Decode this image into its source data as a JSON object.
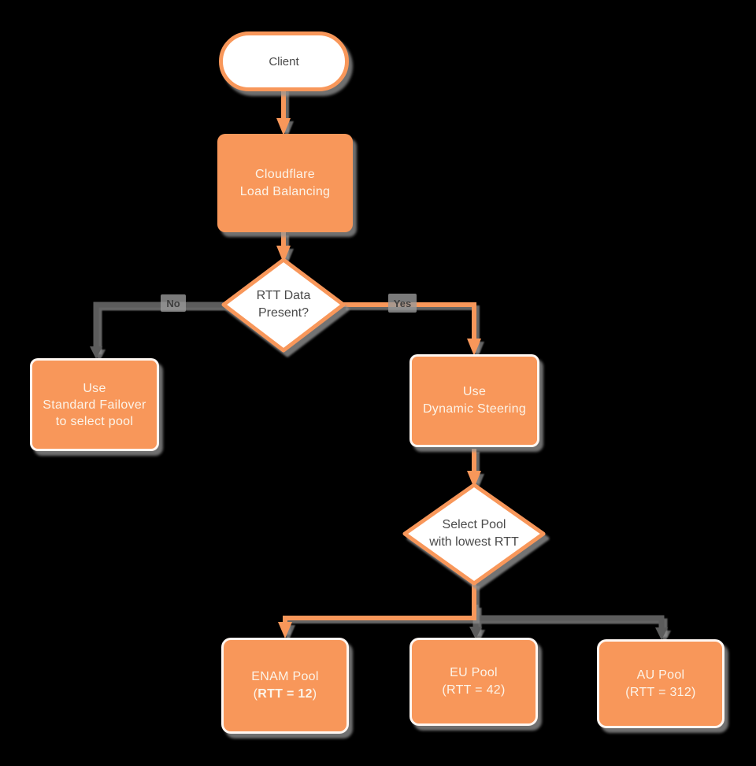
{
  "colors": {
    "node_orange": "#F8975A",
    "line_gray": "#5C5C5C",
    "shadow_gray": "#8C8C8C",
    "text_dark": "#4A4A4A",
    "text_light": "#FCF4E9",
    "background": "#000000"
  },
  "nodes": {
    "client": {
      "label": "Client"
    },
    "cloudflare": {
      "line1": "Cloudflare",
      "line2": "Load Balancing"
    },
    "rtt_decision": {
      "line1": "RTT Data",
      "line2": "Present?"
    },
    "standard_failover": {
      "line1": "Use",
      "line2": "Standard Failover",
      "line3": "to select pool"
    },
    "dynamic_steering": {
      "line1": "Use",
      "line2": "Dynamic Steering"
    },
    "select_pool": {
      "line1": "Select Pool",
      "line2": "with lowest RTT"
    },
    "enam_pool": {
      "line1": "ENAM Pool",
      "paren_open": "(",
      "rtt_bold": "RTT = 12",
      "paren_close": ")"
    },
    "eu_pool": {
      "line1": "EU Pool",
      "line2": "(RTT = 42)"
    },
    "au_pool": {
      "line1": "AU Pool",
      "line2": "(RTT = 312)"
    }
  },
  "edge_labels": {
    "no": "No",
    "yes": "Yes"
  }
}
